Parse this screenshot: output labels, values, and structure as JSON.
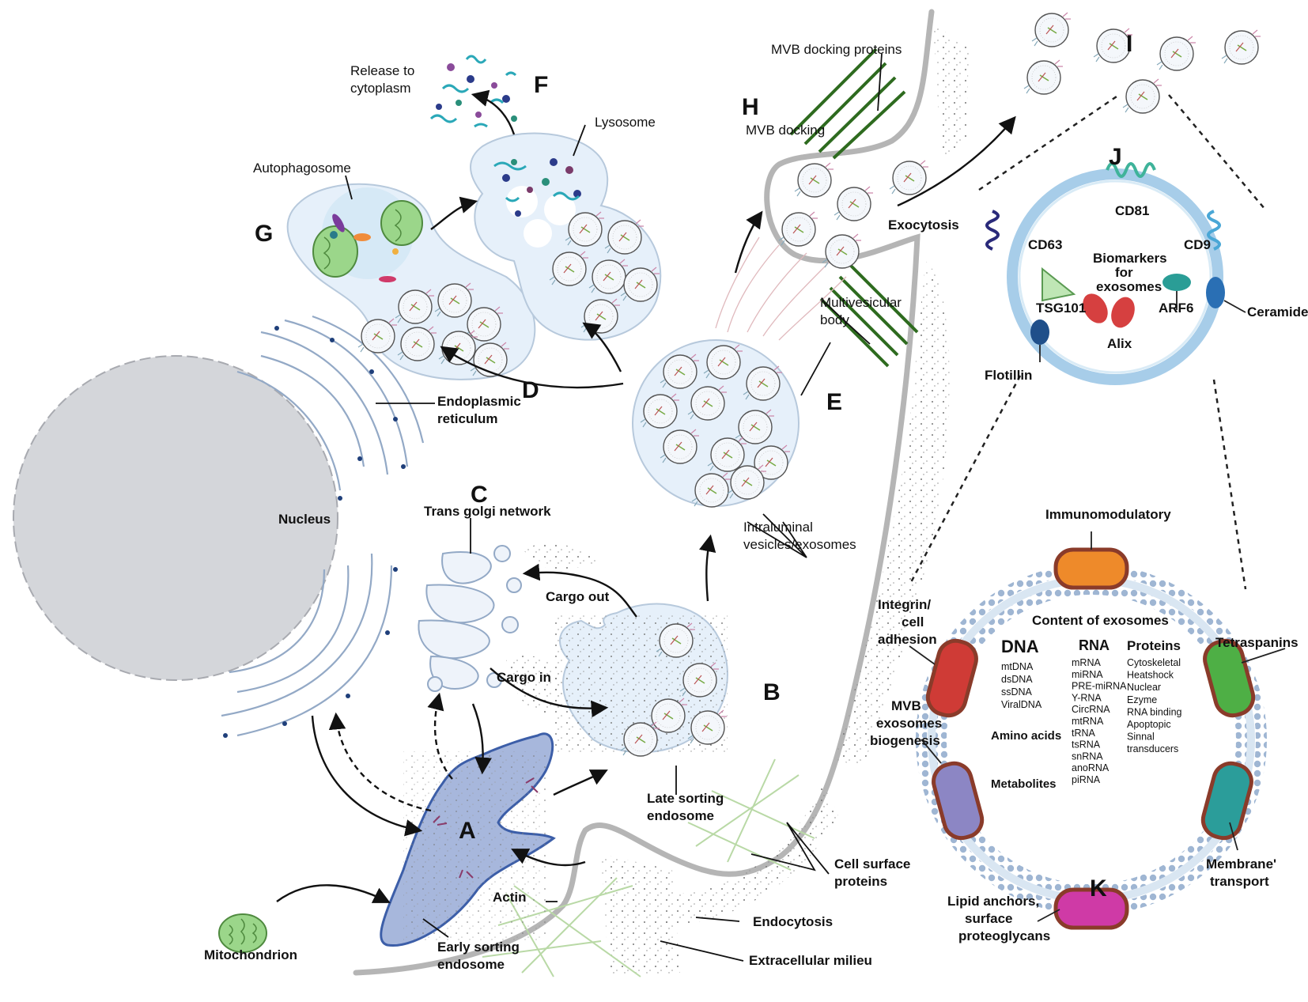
{
  "letters": {
    "A": "A",
    "B": "B",
    "C": "C",
    "D": "D",
    "E": "E",
    "F": "F",
    "G": "G",
    "H": "H",
    "I": "I",
    "J": "J",
    "K": "K"
  },
  "labels": {
    "release": [
      "Release to",
      "cytoplasm"
    ],
    "lysosome": "Lysosome",
    "autophagosome": "Autophagosome",
    "mvb_docking_proteins": "MVB docking proteins",
    "mvb_docking": "MVB docking",
    "exocytosis": "Exocytosis",
    "multivesicular_body": [
      "Multivesicular",
      "body"
    ],
    "endoplasmic_reticulum": [
      "Endoplasmic",
      "reticulum"
    ],
    "nucleus": "Nucleus",
    "trans_golgi": "Trans golgi network",
    "intraluminal": [
      "Intraluminal",
      "vesicles/exosomes"
    ],
    "cargo_out": "Cargo out",
    "cargo_in": "Cargo in",
    "late_sorting": [
      "Late sorting",
      "endosome"
    ],
    "cell_surface": [
      "Cell surface",
      "proteins"
    ],
    "actin": "Actin",
    "endocytosis": "Endocytosis",
    "extracellular": "Extracellular milieu",
    "early_sorting": [
      "Early sorting",
      "endosome"
    ],
    "mitochondrion": "Mitochondrion"
  },
  "exosome_markers": {
    "cd81": "CD81",
    "cd63": "CD63",
    "cd9": "CD9",
    "biomarkers": [
      "Biomarkers",
      "for",
      "exosomes"
    ],
    "tsg101": "TSG101",
    "alix": "Alix",
    "arf6": "ARF6",
    "ceramide": "Ceramide",
    "flotillin": "Flotillin"
  },
  "exosome_content": {
    "immunomodulatory": "Immunomodulatory",
    "integrin": [
      "Integrin/",
      "cell",
      "adhesion"
    ],
    "tetraspanins": "Tetraspanins",
    "mvb_biogenesis": [
      "MVB",
      "exosomes",
      "biogenesis"
    ],
    "membrane_transport": [
      "Membrane'",
      "transport"
    ],
    "lipid_anchors": [
      "Lipid anchors,",
      "surface",
      "proteoglycans"
    ],
    "content_title": "Content of exosomes",
    "dna_title": "DNA",
    "dna_items": [
      "mtDNA",
      "dsDNA",
      "ssDNA",
      "ViralDNA"
    ],
    "amino_acids": "Amino acids",
    "metabolites": "Metabolites",
    "rna_title": "RNA",
    "rna_items": [
      "mRNA",
      "miRNA",
      "PRE-miRNA",
      "Y-RNA",
      "CircRNA",
      "mtRNA",
      "tRNA",
      "tsRNA",
      "snRNA",
      "anoRNA",
      "piRNA"
    ],
    "proteins_title": "Proteins",
    "protein_items": [
      "Cytoskeletal",
      "Heatshock",
      "Nuclear",
      "Ezyme",
      "RNA binding",
      "Apoptopic",
      "Sinnal",
      "transducers"
    ]
  },
  "colors": {
    "organelle_fill": "#e6f0fa",
    "organelle_stroke": "#b7c9dc",
    "nucleus_fill": "#d4d6da",
    "membrane": "#bdbdbd",
    "endosome": "#9fb0d6",
    "immuno": "#ee8a2a",
    "integrin": "#cf3b36",
    "tetraspanin": "#4eaf45",
    "mvb_protein": "#8c86c4",
    "membrane_transport": "#2b9d9a",
    "lipid_anchor": "#cf3aa6"
  }
}
